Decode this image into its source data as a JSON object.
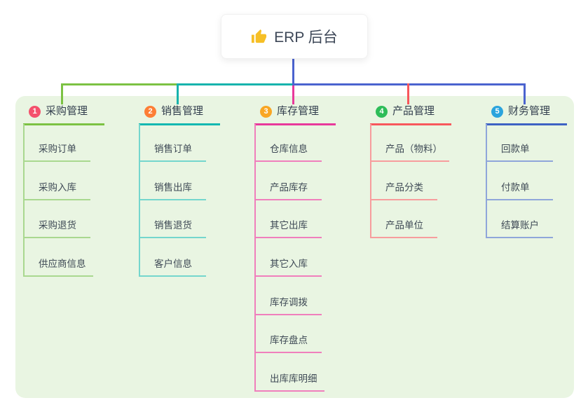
{
  "root": {
    "label": "ERP 后台",
    "icon": "thumbs-up-icon",
    "icon_color": "#f6bf26",
    "line_color": "#4b63cf"
  },
  "canvas": {
    "background": "#ffffff",
    "panel_background": "#e9f5e2"
  },
  "branches": [
    {
      "number": "1",
      "label": "采购管理",
      "badge_color": "#f4516c",
      "line_color": "#7cc243",
      "child_line_color": "#a9d88f",
      "children": [
        "采购订单",
        "采购入库",
        "采购退货",
        "供应商信息"
      ]
    },
    {
      "number": "2",
      "label": "销售管理",
      "badge_color": "#fd7e35",
      "line_color": "#14b8b1",
      "child_line_color": "#74d6cd",
      "children": [
        "销售订单",
        "销售出库",
        "销售退货",
        "客户信息"
      ]
    },
    {
      "number": "3",
      "label": "库存管理",
      "badge_color": "#f9a623",
      "line_color": "#e8399b",
      "child_line_color": "#f07fbc",
      "children": [
        "仓库信息",
        "产品库存",
        "其它出库",
        "其它入库",
        "库存调拨",
        "库存盘点",
        "出库库明细"
      ]
    },
    {
      "number": "4",
      "label": "产品管理",
      "badge_color": "#2ebd59",
      "line_color": "#f8575c",
      "child_line_color": "#f79d9d",
      "children": [
        "产品（物料）",
        "产品分类",
        "产品单位"
      ]
    },
    {
      "number": "5",
      "label": "财务管理",
      "badge_color": "#2ba4dd",
      "line_color": "#3e62c4",
      "child_line_color": "#8fa6da",
      "children": [
        "回款单",
        "付款单",
        "结算账户"
      ]
    }
  ]
}
